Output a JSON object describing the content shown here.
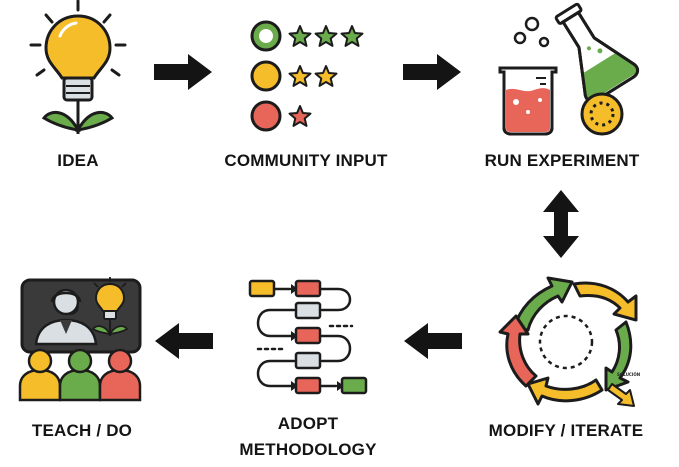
{
  "steps": {
    "idea": "IDEA",
    "community_input": "COMMUNITY INPUT",
    "run_experiment": "RUN EXPERIMENT",
    "modify_iterate": "MODIFY / ITERATE",
    "adopt_methodology": "ADOPT METHODOLOGY",
    "teach_do": "TEACH / DO"
  },
  "cycle_caption": "SOLUCIÓN",
  "icons": {
    "idea": "lightbulb-sprout-icon",
    "community_input": "star-rating-icon",
    "run_experiment": "lab-flask-beaker-icon",
    "modify_iterate": "circular-arrows-cycle-icon",
    "adopt_methodology": "process-flowchart-icon",
    "teach_do": "presenter-audience-icon"
  },
  "colors": {
    "outline": "#1c1c1c",
    "yellow": "#f6bd2b",
    "green": "#6aab4b",
    "red": "#e8655a",
    "light_gray": "#d9dfe3",
    "screen": "#3a3a3a"
  }
}
